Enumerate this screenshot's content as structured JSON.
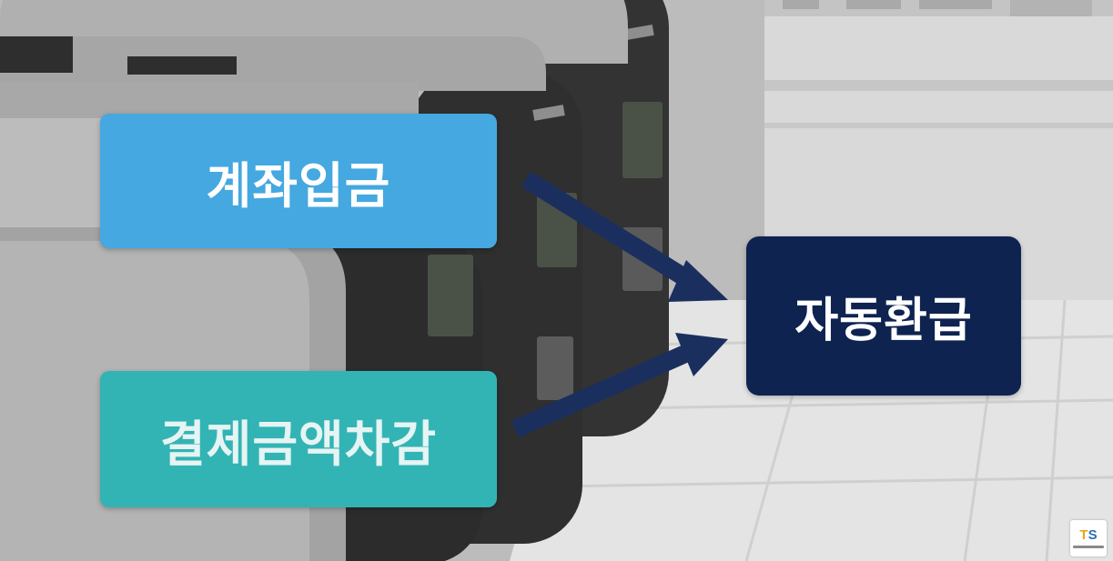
{
  "diagram": {
    "deposit_label": "계좌입금",
    "deduct_label": "결제금액차감",
    "refund_label": "자동환급"
  },
  "colors": {
    "deposit_box": "#45a8e0",
    "deduct_box": "#33b4b4",
    "refund_box": "#0e2350",
    "arrow": "#1b2f5e"
  },
  "logo": {
    "mark_t": "T",
    "mark_s": "S"
  }
}
